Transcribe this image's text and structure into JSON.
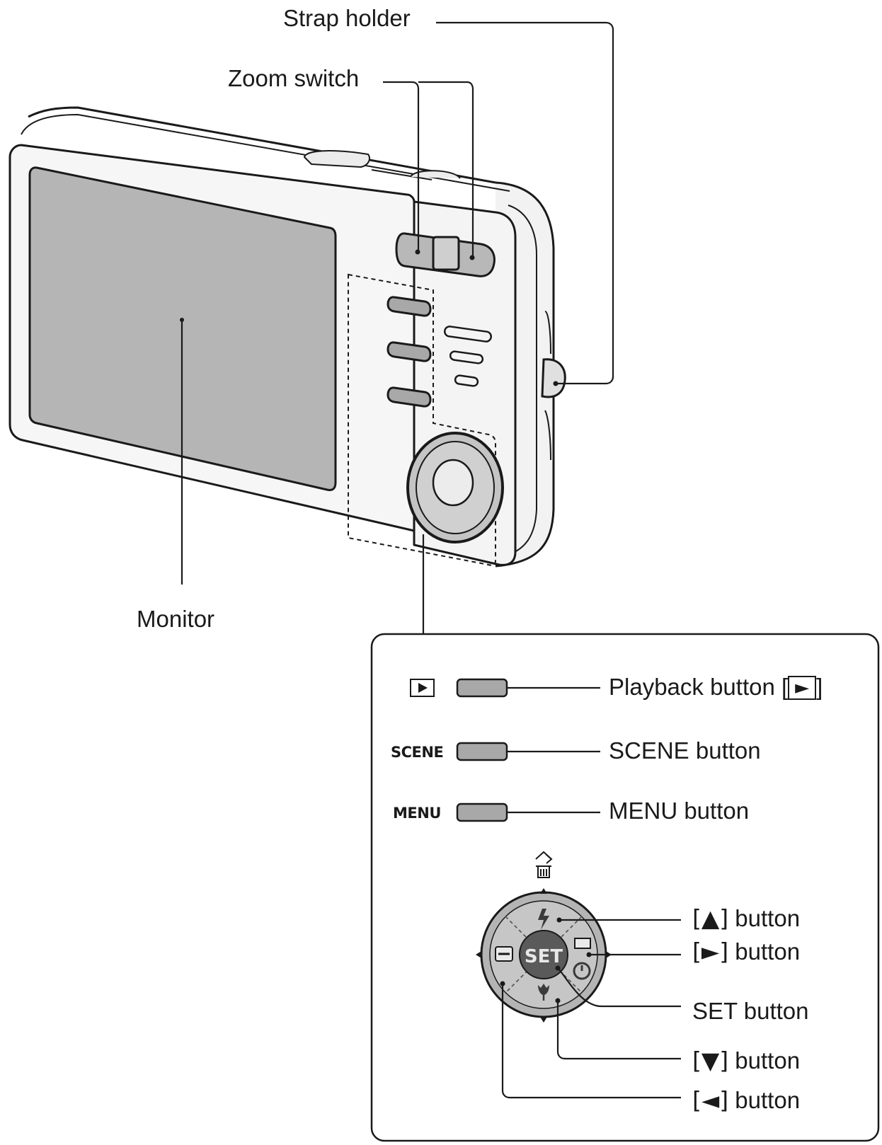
{
  "labels": {
    "strap_holder": "Strap holder",
    "zoom_switch": "Zoom switch",
    "monitor": "Monitor",
    "playback_button": "Playback button [",
    "playback_symbol": "►",
    "playback_close": "]",
    "scene_button": "SCENE button",
    "menu_button": "MENU button",
    "up_button_sym": "[▲]",
    "up_button": " button",
    "right_button_sym": "[►]",
    "right_button": " button",
    "set_button": "SET button",
    "down_button_sym": "[▼]",
    "down_button": " button",
    "left_button_sym": "[◄]",
    "left_button": " button"
  },
  "callout": {
    "playback_icon": "▶",
    "scene_text": "SCENE",
    "menu_text": "MENU",
    "set_text": "SET"
  },
  "colors": {
    "line": "#1a1a1a",
    "monitor_fill": "#b5b5b5",
    "button_fill": "#a8a8a8",
    "body_fill": "#f4f4f4"
  }
}
